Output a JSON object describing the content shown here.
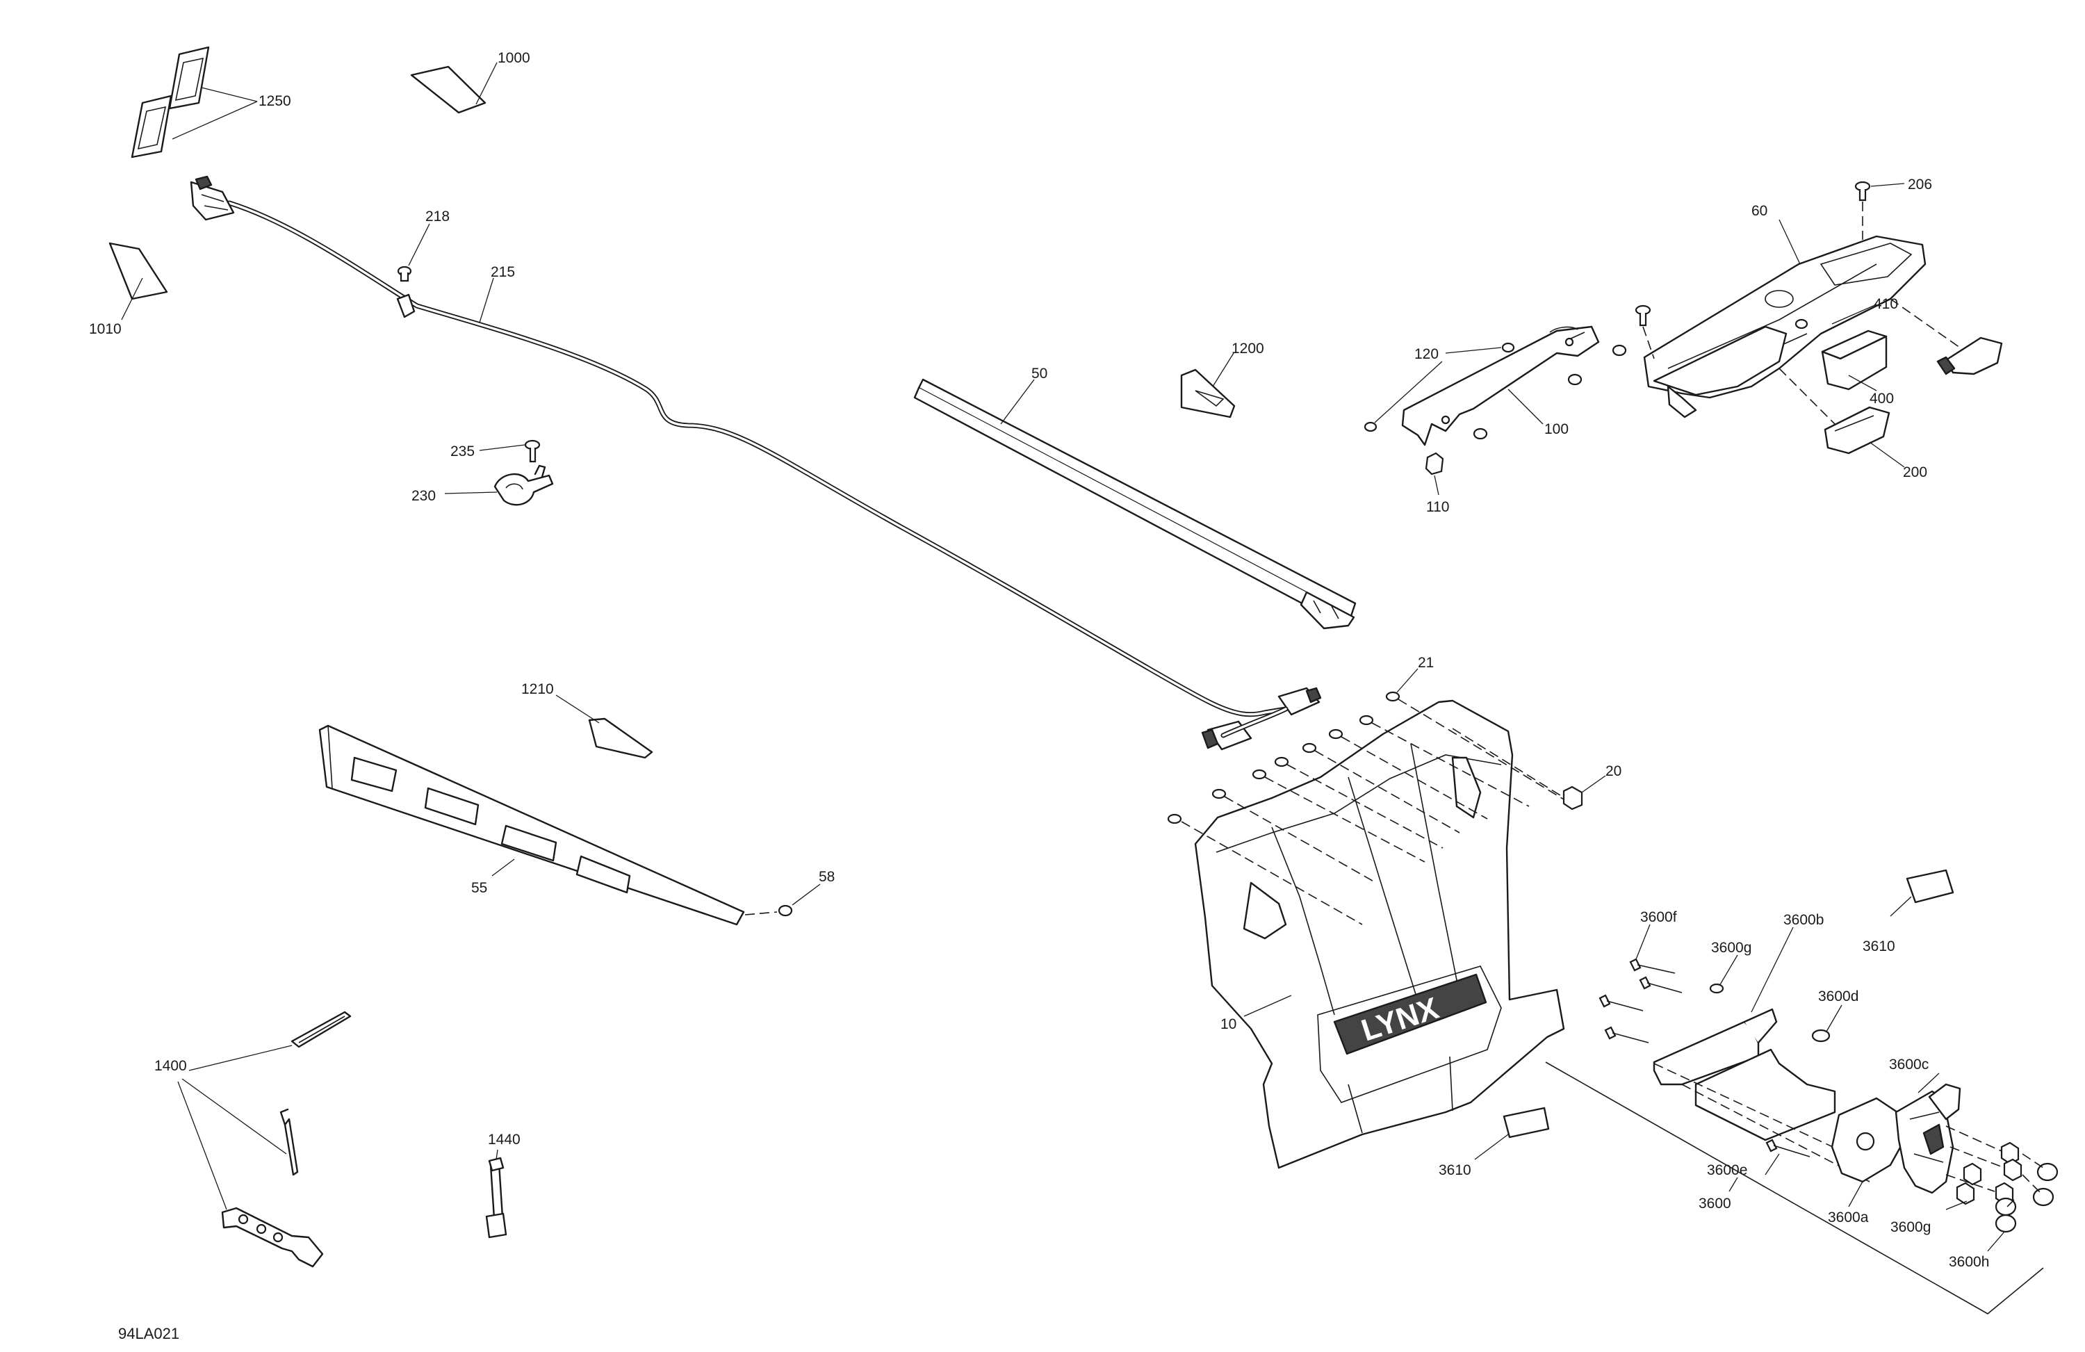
{
  "drawing_code": "94LA021",
  "callouts": {
    "c1000": "1000",
    "c1250": "1250",
    "c1010": "1010",
    "c218": "218",
    "c215": "215",
    "c235": "235",
    "c230": "230",
    "c50": "50",
    "c1200": "1200",
    "c206": "206",
    "c60": "60",
    "c120": "120",
    "c410": "410",
    "c400": "400",
    "c100": "100",
    "c110": "110",
    "c200": "200",
    "c21": "21",
    "c20": "20",
    "c1210": "1210",
    "c55": "55",
    "c58": "58",
    "c10": "10",
    "c3610a": "3610",
    "c3610b": "3610",
    "c3600f": "3600f",
    "c3600g1": "3600g",
    "c3600b": "3600b",
    "c3600d": "3600d",
    "c3600c": "3600c",
    "c3600e": "3600e",
    "c3600": "3600",
    "c3600a": "3600a",
    "c3600g2": "3600g",
    "c3600h": "3600h",
    "c1400": "1400",
    "c1440": "1440"
  }
}
